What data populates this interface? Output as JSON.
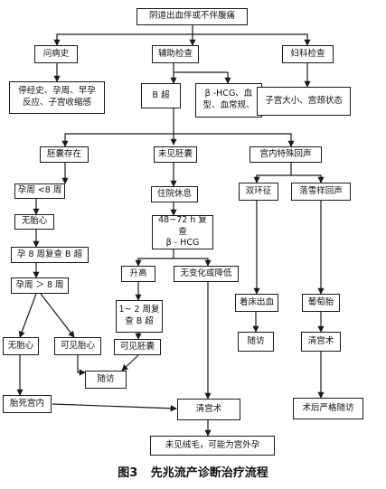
{
  "nodes": {
    "root": "阴道出血伴或不伴腹痛",
    "history": "问病史",
    "aux_exam": "辅助检查",
    "gyn_exam": "妇科检查",
    "history_detail": "停经史、孕周、早孕\n反应、子宫收缩感",
    "b_ultra": "B 超",
    "labs": "β -HCG、血\n型、血常规、",
    "uterus_size": "子宫大小、宫颈状态",
    "sac_present": "胚囊存在",
    "no_sac": "未见胚囊",
    "special_echo": "宫内特殊回声",
    "ga_lt8": "孕周 <8 周",
    "hospitalize": "住院休息",
    "iud": "双环征",
    "snowflake": "落雪样回声",
    "no_heart1": "无胎心",
    "recheck_48": "48~72 h 复查\nβ - HCG",
    "ga8_recheck": "孕 8 周复查 B 超",
    "rising": "升高",
    "nochange": "无变化或降低",
    "bleeding": "着床出血",
    "hydatid": "葡萄胎",
    "ga_gt8": "孕周 ＞ 8 周",
    "recheck_12": "1~ 2 周复\n查 B 超",
    "no_heart2": "无胎心",
    "heart_seen": "可见胎心",
    "sac_seen": "可见胚囊",
    "followup1": "随访",
    "curettage2": "清宫术",
    "followup2": "随访",
    "dead_fetus": "胎死宫内",
    "curettage": "清宫术",
    "strict_follow": "术后严格随访",
    "ectopic": "未见绒毛，可能为宫外孕"
  },
  "caption": "图3 先兆流产诊断治疗流程"
}
